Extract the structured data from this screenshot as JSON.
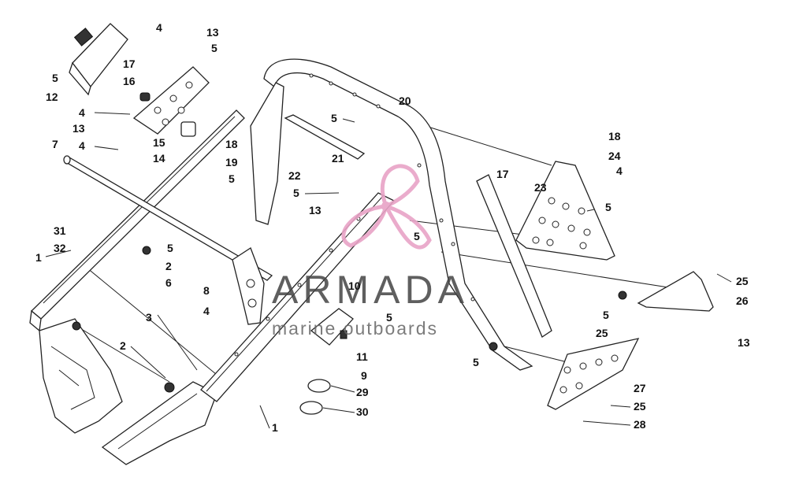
{
  "watermark": {
    "brand": "ARMADA",
    "tagline": "marine outboards",
    "logo_color": "#e8a3c6"
  },
  "callouts": [
    {
      "text": "1"
    },
    {
      "text": "1"
    },
    {
      "text": "2"
    },
    {
      "text": "2"
    },
    {
      "text": "3"
    },
    {
      "text": "4"
    },
    {
      "text": "4"
    },
    {
      "text": "4"
    },
    {
      "text": "4"
    },
    {
      "text": "4"
    },
    {
      "text": "5"
    },
    {
      "text": "5"
    },
    {
      "text": "5"
    },
    {
      "text": "5"
    },
    {
      "text": "5"
    },
    {
      "text": "5"
    },
    {
      "text": "5"
    },
    {
      "text": "5"
    },
    {
      "text": "5"
    },
    {
      "text": "5"
    },
    {
      "text": "5"
    },
    {
      "text": "6"
    },
    {
      "text": "7"
    },
    {
      "text": "8"
    },
    {
      "text": "9"
    },
    {
      "text": "10"
    },
    {
      "text": "11"
    },
    {
      "text": "12"
    },
    {
      "text": "13"
    },
    {
      "text": "13"
    },
    {
      "text": "13"
    },
    {
      "text": "13"
    },
    {
      "text": "14"
    },
    {
      "text": "15"
    },
    {
      "text": "16"
    },
    {
      "text": "17"
    },
    {
      "text": "17"
    },
    {
      "text": "18"
    },
    {
      "text": "18"
    },
    {
      "text": "19"
    },
    {
      "text": "20"
    },
    {
      "text": "21"
    },
    {
      "text": "22"
    },
    {
      "text": "23"
    },
    {
      "text": "24"
    },
    {
      "text": "25"
    },
    {
      "text": "25"
    },
    {
      "text": "25"
    },
    {
      "text": "26"
    },
    {
      "text": "27"
    },
    {
      "text": "28"
    },
    {
      "text": "29"
    },
    {
      "text": "30"
    },
    {
      "text": "31"
    },
    {
      "text": "32"
    }
  ]
}
